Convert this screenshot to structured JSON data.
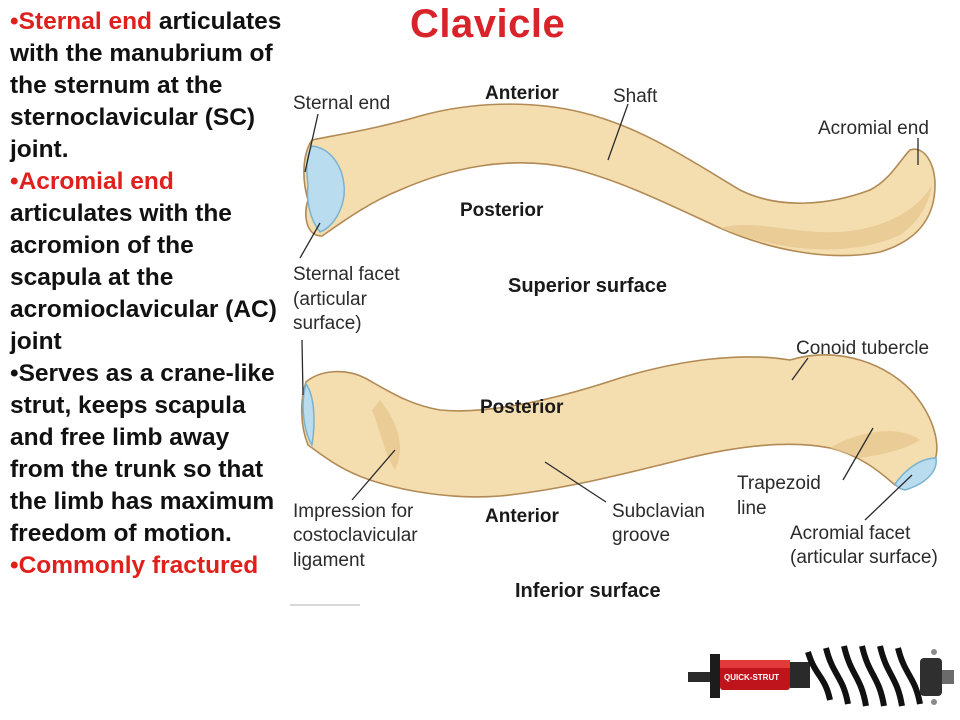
{
  "title": "Clavicle",
  "bullets": [
    {
      "head": "•Sternal end",
      "body": "articulates with the manubrium of the sternum at the sternoclavicular (SC) joint."
    },
    {
      "head": "•Acromial end",
      "body": "articulates with the acromion of the scapula at the acromioclavicular (AC) joint"
    },
    {
      "head": "",
      "body": "•Serves as a crane-like strut, keeps scapula and free limb away from the trunk so that the limb has maximum freedom of motion."
    },
    {
      "head": "•Commonly fractured",
      "body": ""
    }
  ],
  "superior_view": {
    "surface_label": "Superior surface",
    "anterior": "Anterior",
    "posterior": "Posterior",
    "sternal_end": "Sternal end",
    "shaft": "Shaft",
    "acromial_end": "Acromial end",
    "sternal_facet": [
      "Sternal facet",
      "(articular",
      "surface)"
    ]
  },
  "inferior_view": {
    "surface_label": "Inferior surface",
    "posterior": "Posterior",
    "anterior": "Anterior",
    "conoid_tubercle": "Conoid tubercle",
    "trapezoid_line": [
      "Trapezoid",
      "line"
    ],
    "impression": [
      "Impression for",
      "costoclavicular",
      "ligament"
    ],
    "subclavian_groove": [
      "Subclavian",
      "groove"
    ],
    "acromial_facet": [
      "Acromial facet",
      "(articular surface)"
    ]
  },
  "strut_image": {
    "logo_text": "QUICK-STRUT"
  },
  "colors": {
    "title": "#d9232a",
    "bullet_head": "#e0201c",
    "bone": "#f4deb0",
    "facet": "#b9dcee"
  }
}
